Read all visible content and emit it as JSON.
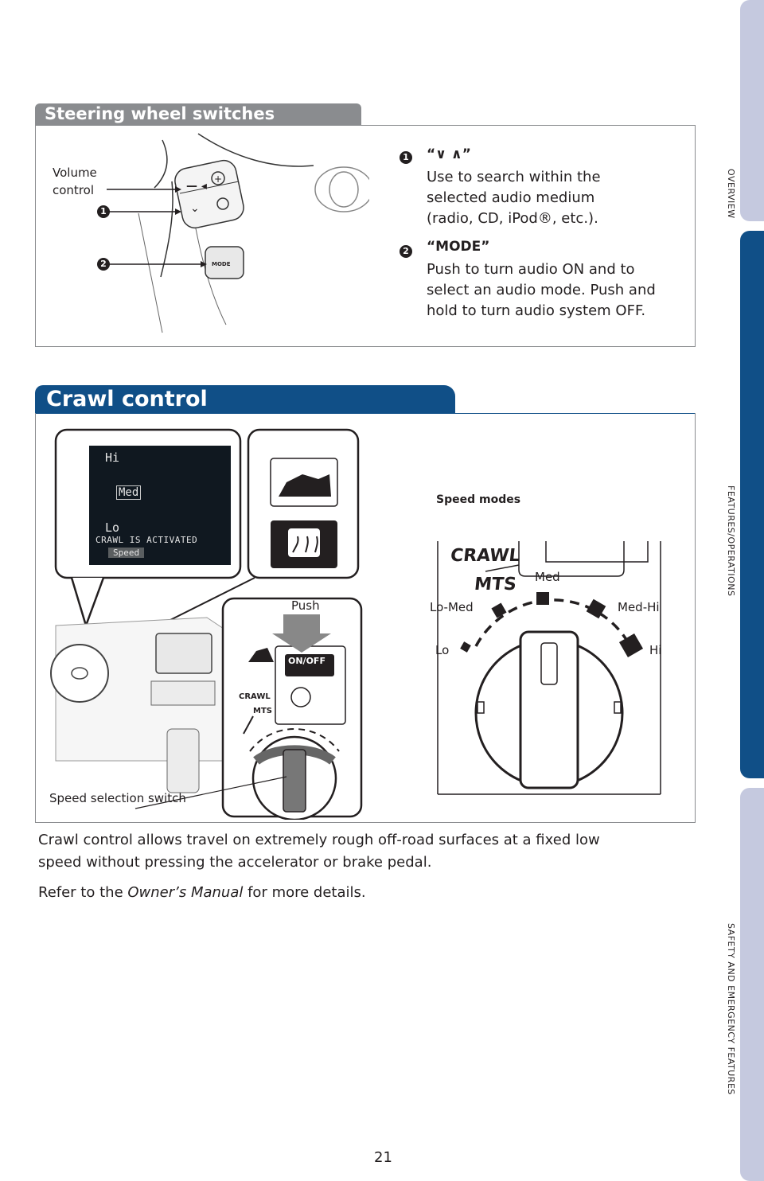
{
  "side_tabs": {
    "overview": "OVERVIEW",
    "features": "FEATURES/OPERATIONS",
    "safety": "SAFETY AND EMERGENCY FEATURES"
  },
  "steering": {
    "title": "Steering wheel switches",
    "callout_volume": "Volume control",
    "callout_1": "1",
    "callout_2": "2",
    "mode_button": "MODE",
    "item1": {
      "number": "1",
      "title": "“∨ ∧”",
      "text_line1": "Use to search within the",
      "text_line2": "selected audio medium",
      "text_line3": "(radio, CD, iPod®, etc.)."
    },
    "item2": {
      "number": "2",
      "title": "“MODE”",
      "text_line1": "Push to turn audio ON and to",
      "text_line2": "select an audio mode. Push and",
      "text_line3": "hold to turn audio system OFF."
    }
  },
  "crawl": {
    "title": "Crawl control",
    "display": {
      "hi": "Hi",
      "med": "Med",
      "lo": "Lo",
      "status": "CRAWL IS ACTIVATED",
      "speed": "Speed"
    },
    "push_label": "Push",
    "onoff_label": "ON/OFF",
    "crawl_label": "CRAWL",
    "mts_label": "MTS",
    "speed_switch_label": "Speed selection switch",
    "speed_modes_title": "Speed modes",
    "modes": {
      "lo": "Lo",
      "lo_med": "Lo-Med",
      "med": "Med",
      "med_hi": "Med-Hi",
      "hi": "Hi"
    },
    "description_line1": "Crawl control allows travel on extremely rough off-road surfaces at a fixed low",
    "description_line2": "speed without pressing the accelerator or brake pedal.",
    "refer_prefix": "Refer to the ",
    "refer_manual": "Owner’s Manual",
    "refer_suffix": " for more details."
  },
  "page_number": "21"
}
